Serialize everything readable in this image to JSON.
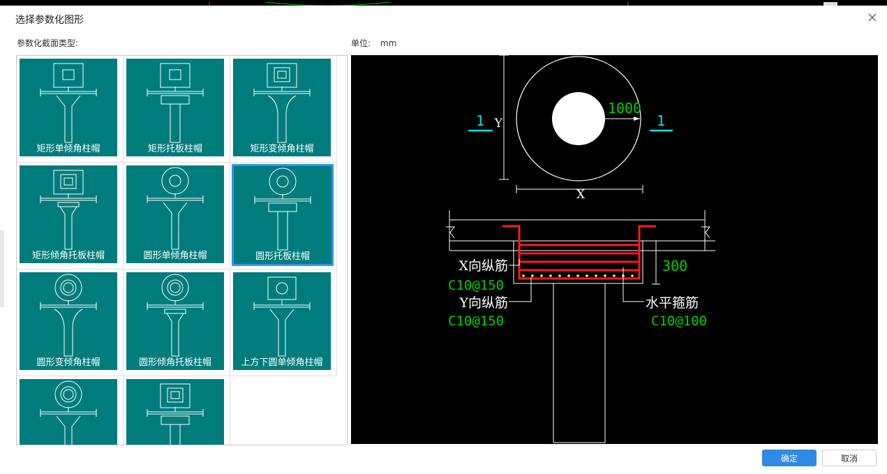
{
  "dialog": {
    "title": "选择参数化图形",
    "section_type_label": "参数化截面类型:",
    "unit_label": "单位:",
    "unit_value": "mm"
  },
  "shapes": [
    {
      "label": "矩形单倾角柱帽"
    },
    {
      "label": "矩形托板柱帽"
    },
    {
      "label": "矩形变倾角柱帽"
    },
    {
      "label": "矩形倾角托板柱帽"
    },
    {
      "label": "圆形单倾角柱帽"
    },
    {
      "label": "圆形托板柱帽",
      "selected": true
    },
    {
      "label": "圆形变倾角柱帽"
    },
    {
      "label": "圆形倾角托板柱帽"
    },
    {
      "label": "上方下圆单倾角柱帽"
    },
    {
      "label": ""
    },
    {
      "label": ""
    }
  ],
  "preview": {
    "y_label": "Y",
    "x_label": "X",
    "dim_radius": "1000",
    "section_mark_left": "1",
    "section_mark_right": "1",
    "dim_depth": "300",
    "x_bar_label": "X向纵筋",
    "x_bar_spec": "C10@150",
    "y_bar_label": "Y向纵筋",
    "y_bar_spec": "C10@150",
    "stirrup_label": "水平箍筋",
    "stirrup_spec": "C10@100"
  },
  "buttons": {
    "ok": "确定",
    "cancel": "取消"
  },
  "colors": {
    "thumb_bg": "#007c7d",
    "selected_border": "#2e95f2",
    "primary_button": "#2e8ae6",
    "dim_green": "#00d000",
    "mark_cyan": "#00e5e5",
    "rebar_red": "#ff1a1a"
  },
  "icons": {
    "close": "close-icon"
  }
}
